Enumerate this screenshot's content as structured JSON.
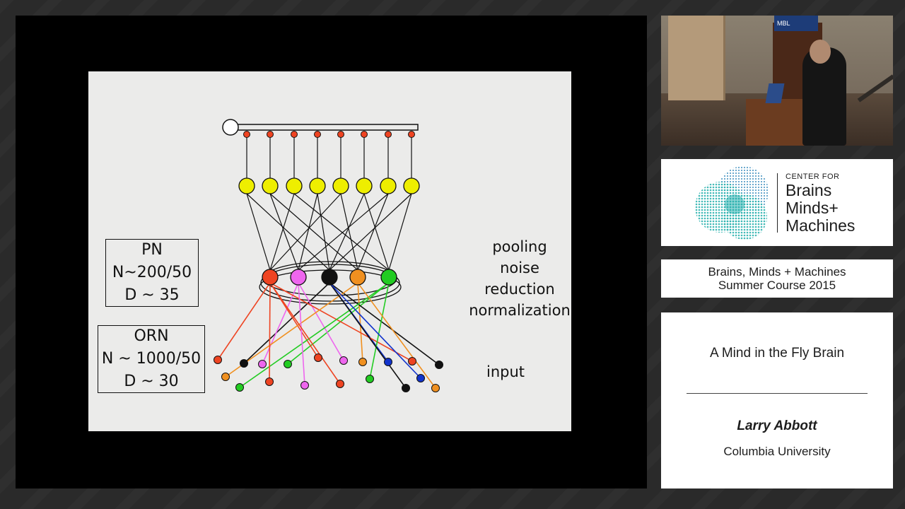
{
  "slide": {
    "pn_box": {
      "line1": "PN",
      "line2": "N~200/50",
      "line3": "D ~ 35"
    },
    "orn_box": {
      "line1": "ORN",
      "line2": "N ~ 1000/50",
      "line3": "D ~ 30"
    },
    "function_labels": [
      "pooling",
      "noise",
      "reduction",
      "normalization"
    ],
    "input_label": "input",
    "colors": {
      "red": "#ee4422",
      "magenta": "#ee66ee",
      "black": "#111111",
      "orange": "#f09020",
      "green": "#22cc22",
      "blue": "#1133cc",
      "yellow": "#eeee00"
    },
    "glomeruli_colors": [
      "red",
      "magenta",
      "black",
      "orange",
      "green"
    ],
    "orn_colors": [
      "red",
      "black",
      "magenta",
      "green",
      "red",
      "magenta",
      "orange",
      "blue",
      "red",
      "black",
      "orange",
      "green",
      "red",
      "magenta",
      "red",
      "green",
      "black",
      "blue",
      "orange"
    ]
  },
  "camera": {
    "banner_text": "MBL"
  },
  "branding": {
    "small": "CENTER FOR",
    "line1": "Brains",
    "line2": "Minds+",
    "line3": "Machines",
    "accent": "#2fb3b0"
  },
  "course": {
    "line1": "Brains, Minds + Machines",
    "line2": "Summer Course 2015"
  },
  "talk": {
    "title": "A Mind in the Fly Brain",
    "speaker": "Larry Abbott",
    "affiliation": "Columbia University"
  }
}
